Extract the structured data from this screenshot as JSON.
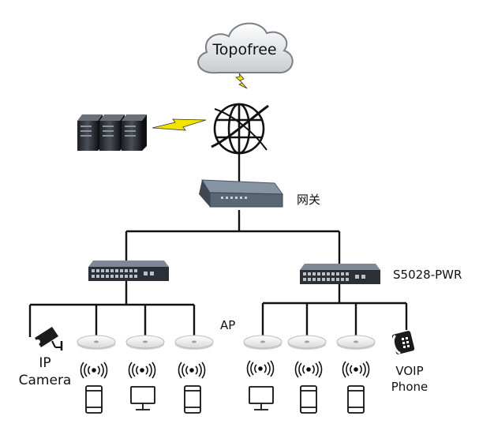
{
  "labels": {
    "cloud": "Topofree",
    "gateway": "网关",
    "switch": "S5028-PWR",
    "ap": "AP",
    "camera": [
      "IP",
      "Camera"
    ],
    "voip": [
      "VOIP",
      "Phone"
    ]
  },
  "icons": {
    "cloud": "cloud-icon",
    "servers": "server-rack-icon",
    "internet": "globe-icon",
    "gateway": "gateway-router-icon",
    "switch": "network-switch-icon",
    "access_point": "access-point-icon",
    "wifi": "wifi-signal-icon",
    "phone": "smartphone-icon",
    "monitor": "desktop-monitor-icon",
    "camera": "ip-camera-icon",
    "voip": "voip-phone-icon"
  },
  "colors": {
    "line": "#111111",
    "lightning": "#f2e400",
    "device_dark": "#2b2f36",
    "device_body": "#5a6676",
    "ap_white": "#f4f4f4"
  }
}
